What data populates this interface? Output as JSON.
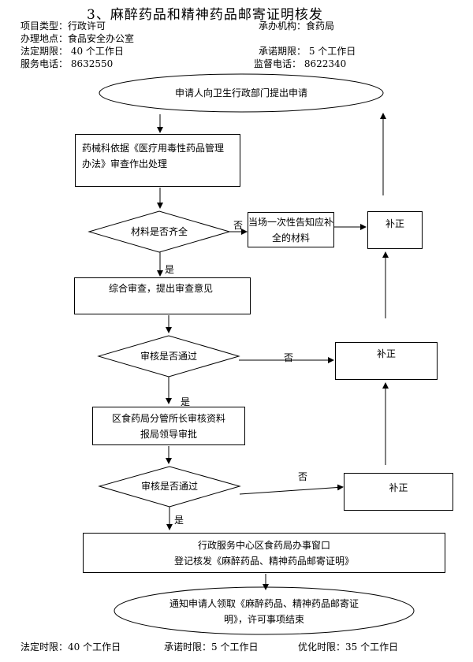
{
  "title": "3、麻醉药品和精神药品邮寄证明核发",
  "meta": {
    "item_type_label": "项目类型：",
    "item_type": "行政许可",
    "agency_label": "承办机构：",
    "agency": "食药局",
    "location_label": "办理地点：",
    "location": "食品安全办公室",
    "legal_limit_label": "法定期限：",
    "legal_limit": "40 个工作日",
    "promise_limit_label": "承诺期限：",
    "promise_limit": "5 个工作日",
    "service_phone_label": "服务电话：",
    "service_phone": "8632550",
    "supervise_phone_label": "监督电话：",
    "supervise_phone": "8622340"
  },
  "flow": {
    "apply": "申请人向卫生行政部门提出申请",
    "review_line1": "药械科依据《医疗用毒性药品管理",
    "review_line2": "办法》审查作出处理",
    "materials_check": "材料是否齐全",
    "no_1": "否",
    "notify_line1": "当场一次性告知应补",
    "notify_line2": "全的材料",
    "correct_1": "补正",
    "yes_1": "是",
    "comprehensive": "综合审查，提出审查意见",
    "audit_1": "审核是否通过",
    "no_2": "否",
    "correct_2": "补正",
    "yes_2": "是",
    "director_line1": "区食药局分管所长审核资料",
    "director_line2": "报局领导审批",
    "audit_2": "审核是否通过",
    "no_3": "否",
    "correct_3": "补正",
    "yes_3": "是",
    "window_line1": "行政服务中心区食药局办事窗口",
    "window_line2": "登记核发《麻醉药品、精神药品邮寄证明》",
    "finish_line1": "通知申请人领取《麻醉药品、精神药品邮寄证",
    "finish_line2": "明》，许可事项结束"
  },
  "footer": {
    "legal_label": "法定时限：",
    "legal": "40 个工作日",
    "promise_label": "承诺时限：",
    "promise": "5 个工作日",
    "optimized_label": "优化时限：",
    "optimized": "35 个工作日"
  }
}
